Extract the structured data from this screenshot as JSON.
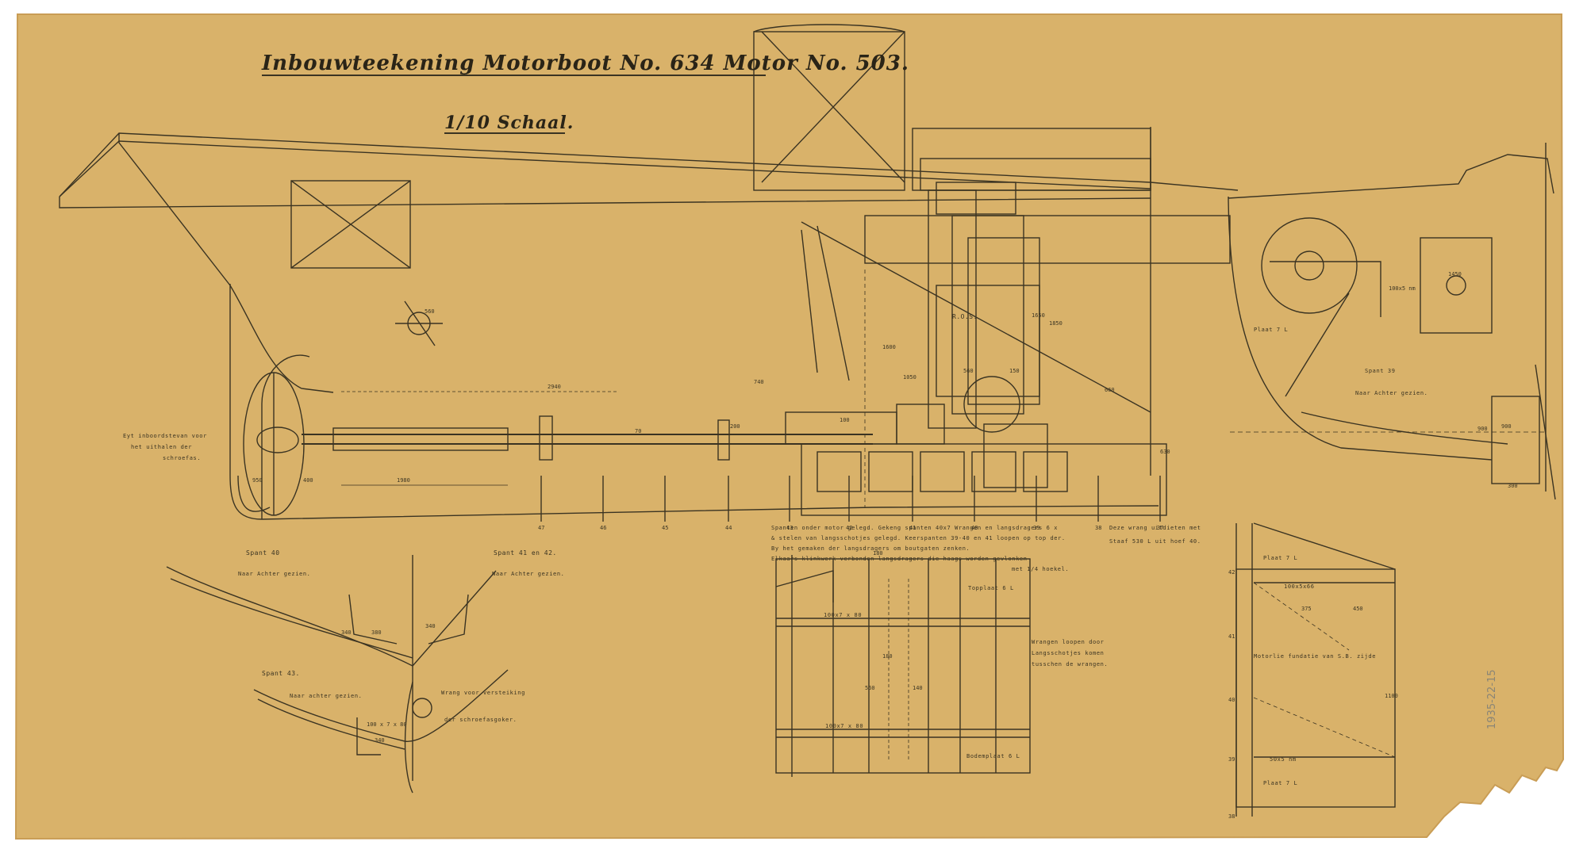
{
  "title": "Inbouwteekening Motorboot No. 634 Motor No. 503.",
  "scale": "1/10 Schaal.",
  "archive_number": "1935-22-15",
  "colors": {
    "paper": "#d9b26a",
    "paper_edge": "#c99d55",
    "ink": "#2a2417",
    "ink_light": "#5a4e33",
    "background": "#ffffff"
  },
  "side_view": {
    "motor_label": "R.O.S.",
    "frame_numbers": [
      "47",
      "46",
      "45",
      "44",
      "43",
      "42",
      "41",
      "40",
      "39",
      "38",
      "37"
    ],
    "propeller_note": [
      "Eyt inboordstevan voor",
      "het uithalen der",
      "schroefas."
    ],
    "dimensions": [
      "2940",
      "1980",
      "950",
      "400",
      "70",
      "740",
      "1600",
      "1650",
      "1050",
      "660",
      "630",
      "900",
      "200",
      "560",
      "150",
      "1850",
      "560",
      "100"
    ],
    "notes_center": [
      "Spanten onder motor gelegd. Gekeng spanten 40x7 Wrangen en langsdragers 6 x",
      "& stelen van langsschotjes gelegd. Keerspanten 39-40 en 41 loopen op top der.",
      "By het gemaken der langsdragers om boutgaten zenken.",
      "Elkaars klinkwerk verbonden langsdragers die haags worden gevlonken",
      "met 1/4 hoekel."
    ],
    "notes_right": [
      "Deze wrang uitdieten met",
      "Staaf 530 L uit hoef 40."
    ]
  },
  "sections_left": [
    {
      "title": "Spant 40",
      "subtitle": "Naar Achter gezien.",
      "dims": [
        "380",
        "340"
      ]
    },
    {
      "title": "Spant 41 en 42.",
      "subtitle": "Naar Achter gezien.",
      "dims": [
        "340"
      ]
    },
    {
      "title": "Spant 43.",
      "subtitle": "Naar achter gezien.",
      "dims": [
        "100 x 7 x 80",
        "340"
      ]
    }
  ],
  "section_note": [
    "Wrang voor versteiking",
    "der schroefasgoker."
  ],
  "plan_view": {
    "labels": [
      "Topplaat 6 L",
      "100x7 x 80",
      "100x7 x 80",
      "Bodemplaat 6 L",
      "180"
    ],
    "dims": [
      "560",
      "140",
      "180"
    ],
    "note": [
      "Wrangen loopen door",
      "Langsschotjes komen",
      "tusschen de wrangen."
    ]
  },
  "right_view": {
    "motor_label": "Plaat 7 L",
    "frame_note": [
      "Spant 39",
      "Naar Achter gezien."
    ],
    "dims": [
      "1450",
      "900",
      "300",
      "100x5 nm"
    ]
  },
  "right_detail": {
    "labels": [
      "Plaat 7 L",
      "100x5x66",
      "Motorlie fundatie van S.B. zijde",
      "Plaat 7 L",
      "50x5 nm"
    ],
    "dims": [
      "375",
      "450",
      "1100"
    ],
    "frames": [
      "42",
      "41",
      "40",
      "39",
      "38"
    ]
  }
}
